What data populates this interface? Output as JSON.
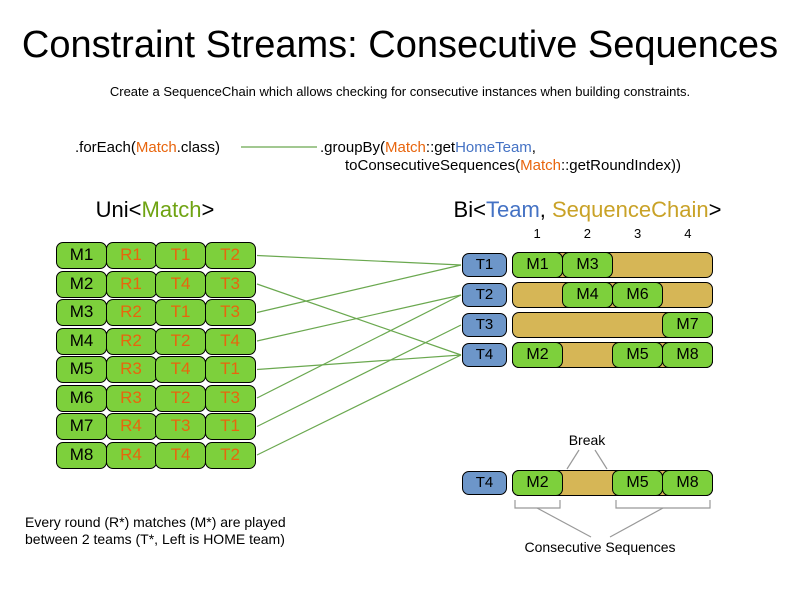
{
  "title": "Constraint Streams: Consecutive Sequences",
  "subtitle": "Create a SequenceChain which allows checking for consecutive instances when building constraints.",
  "code": {
    "foreach": {
      "pre": ".forEach(",
      "cls": "Match",
      "post": ".class)"
    },
    "groupby_line1": {
      "pre": ".groupBy(",
      "cls": "Match",
      "mid": "::get",
      "prop": "HomeTeam",
      "post": ","
    },
    "groupby_line2": {
      "pre": "toConsecutiveSequences(",
      "cls": "Match",
      "post": "::getRoundIndex))"
    }
  },
  "uni": {
    "heading": {
      "pre": "Uni<",
      "cls": "Match",
      "post": ">"
    },
    "rows": [
      {
        "match": "M1",
        "round": "R1",
        "home": "T1",
        "away": "T2"
      },
      {
        "match": "M2",
        "round": "R1",
        "home": "T4",
        "away": "T3"
      },
      {
        "match": "M3",
        "round": "R2",
        "home": "T1",
        "away": "T3"
      },
      {
        "match": "M4",
        "round": "R2",
        "home": "T2",
        "away": "T4"
      },
      {
        "match": "M5",
        "round": "R3",
        "home": "T4",
        "away": "T1"
      },
      {
        "match": "M6",
        "round": "R3",
        "home": "T2",
        "away": "T3"
      },
      {
        "match": "M7",
        "round": "R4",
        "home": "T3",
        "away": "T1"
      },
      {
        "match": "M8",
        "round": "R4",
        "home": "T4",
        "away": "T2"
      }
    ]
  },
  "bi": {
    "heading": {
      "pre": "Bi<",
      "team": "Team",
      "sep": ", ",
      "chain": "SequenceChain",
      "post": ">"
    },
    "columns": [
      "1",
      "2",
      "3",
      "4"
    ],
    "rows": [
      {
        "team": "T1",
        "matches": {
          "c1": "M1",
          "c2": "M3"
        }
      },
      {
        "team": "T2",
        "matches": {
          "c2": "M4",
          "c3": "M6"
        }
      },
      {
        "team": "T3",
        "matches": {
          "c4": "M7"
        }
      },
      {
        "team": "T4",
        "matches": {
          "c1": "M2",
          "c3": "M5",
          "c4": "M8"
        }
      }
    ]
  },
  "detail": {
    "team": "T4",
    "matches": {
      "c1": "M2",
      "c3": "M5",
      "c4": "M8"
    },
    "break_label": "Break",
    "sequences_label": "Consecutive Sequences"
  },
  "footnote": {
    "line1": "Every round (R*) matches (M*) are played",
    "line2": "between 2 teams (T*, Left is HOME team)"
  },
  "colors": {
    "match_green": "#7DD03C",
    "chain_tan": "#D6B656",
    "team_blue": "#6D96C9",
    "orange_text": "#E8650D",
    "blue_text": "#4472C4",
    "green_class_text": "#6FA312",
    "tan_class_text": "#C9A227",
    "connector_green": "#6AA84F",
    "annotation_gray": "#999999"
  }
}
